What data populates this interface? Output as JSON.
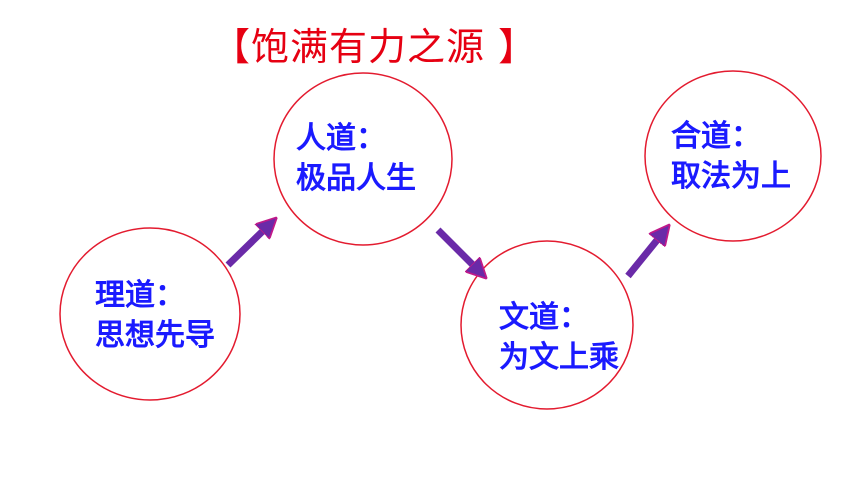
{
  "title": "【饱满有力之源 】",
  "nodes": [
    {
      "line1": "理道：",
      "line2": "思想先导"
    },
    {
      "line1": "人道：",
      "line2": "极品人生"
    },
    {
      "line1": "文道：",
      "line2": "为文上乘"
    },
    {
      "line1": "合道：",
      "line2": "取法为上"
    }
  ],
  "colors": {
    "title": "#e60012",
    "circle_stroke": "#e31b2f",
    "label": "#1a1aff",
    "arrow_fill": "#6a2aa8",
    "arrow_edge": "#c0198a"
  }
}
